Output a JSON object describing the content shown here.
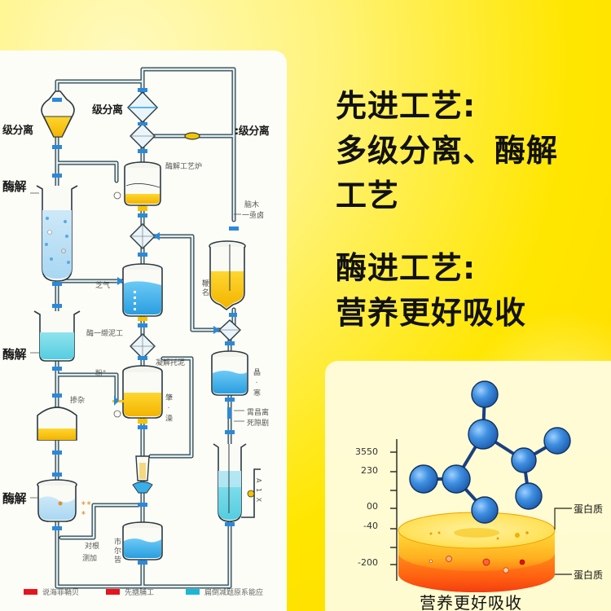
{
  "headline": {
    "line1": "先进工艺:",
    "line2": "多级分离、酶解",
    "line3": "工艺",
    "line4": "酶进工艺:",
    "line5": "营养更好吸收"
  },
  "diagram": {
    "labels": {
      "separation_left": "级分离",
      "separation_mid": "级分离",
      "separation_right": ":级分离",
      "enzyme_1": "酶解",
      "enzyme_2": "酶解",
      "enzyme_3": "酶解",
      "enzyme_process_tank": "酶解工艺炉",
      "side_a": "脑木",
      "side_b": "一亟卤",
      "side_c": "鞭名",
      "process_a": "芝气",
      "process_b": "酶一缬泥工",
      "process_c": "粉\"",
      "process_d": "掺杂",
      "process_e": "凝解托泥",
      "process_f": "晶 · 寒",
      "process_g": "肇 · 澡",
      "process_h": "霄昌离",
      "process_i": "死隙剧",
      "process_j": "对根",
      "process_k": "测加",
      "process_l": "市尔皆",
      "gauge": "A 1 X"
    },
    "legend": [
      {
        "label": "说海菲鞘贝",
        "color": "#e8141c"
      },
      {
        "label": "先搪脯工",
        "color": "#e8141c"
      },
      {
        "label": "扁倒减题原系能应",
        "color": "#18b8d8"
      }
    ]
  },
  "card": {
    "axis_ticks": [
      "3550",
      "230",
      "00",
      "-40",
      "-200"
    ],
    "protein_top": "蛋白质",
    "protein_bottom": "蛋白质",
    "caption": "营养更好吸收"
  },
  "colors": {
    "background": "#ffe600",
    "liquid_yellow": "#f7c200",
    "liquid_blue": "#3aaee8",
    "pipe": "#9fc8d8",
    "atom": "#2f7fd0"
  }
}
